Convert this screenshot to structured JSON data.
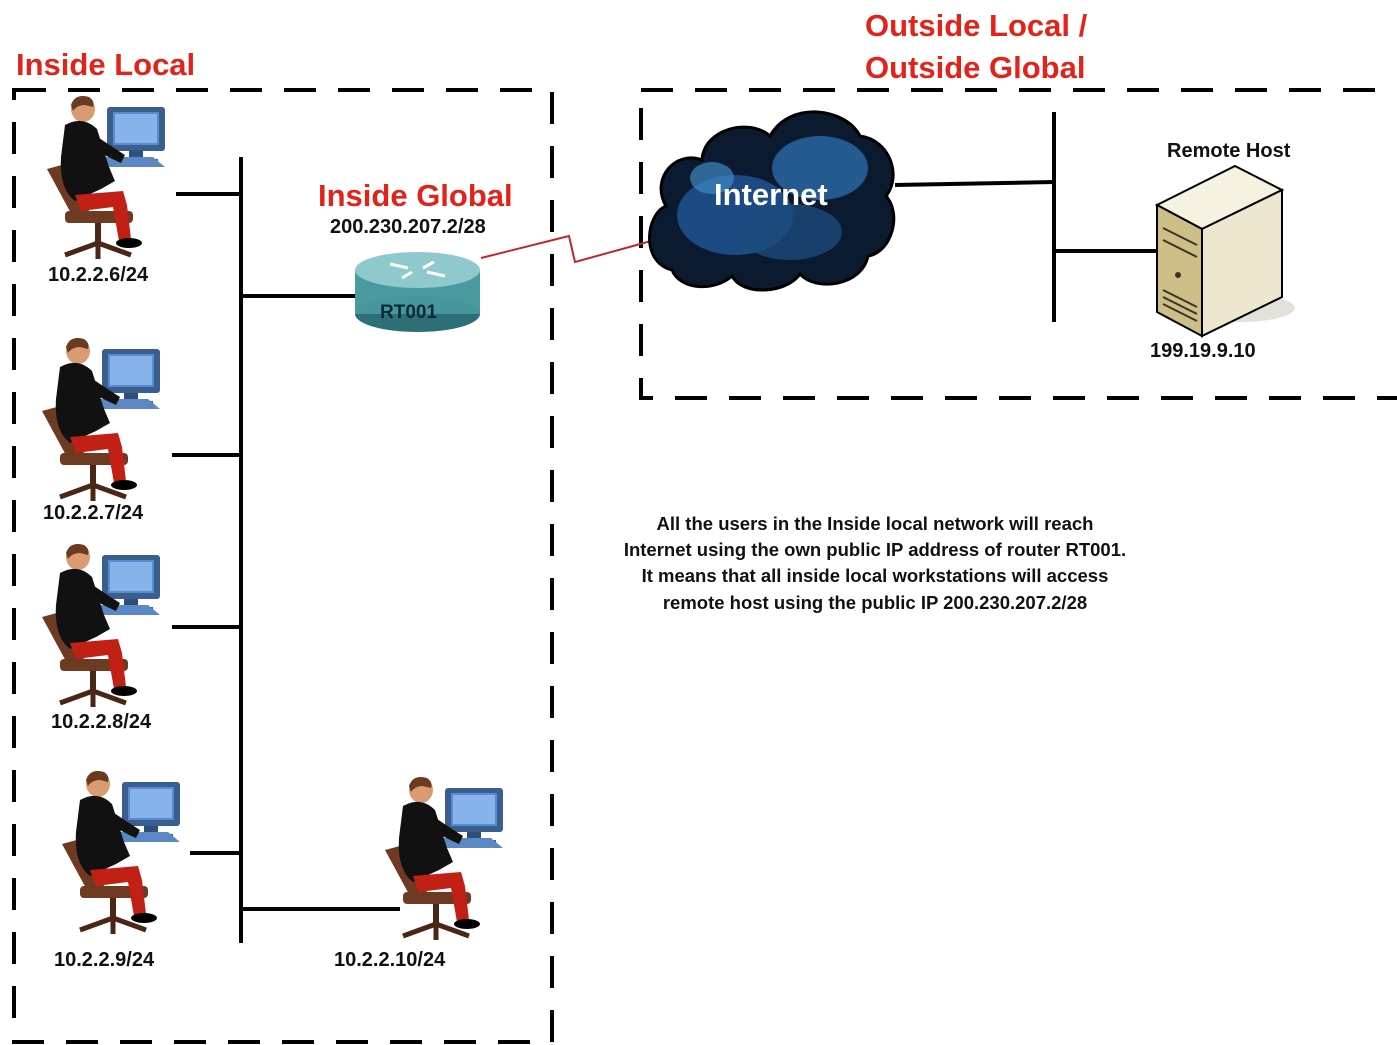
{
  "zones": {
    "inside_local": "Inside Local",
    "inside_global": "Inside Global",
    "outside_line1": "Outside Local /",
    "outside_line2": "Outside Global"
  },
  "router": {
    "name": "RT001",
    "public_ip": "200.230.207.2/28"
  },
  "cloud": {
    "label": "Internet"
  },
  "remote_host": {
    "title": "Remote Host",
    "ip": "199.19.9.10"
  },
  "workstations": [
    {
      "ip": "10.2.2.6/24"
    },
    {
      "ip": "10.2.2.7/24"
    },
    {
      "ip": "10.2.2.8/24"
    },
    {
      "ip": "10.2.2.9/24"
    },
    {
      "ip": "10.2.2.10/24"
    }
  ],
  "note": {
    "line1": "All the users in the Inside local network will reach",
    "line2": "Internet using the own public IP address of router RT001.",
    "line3": "It means that all inside local workstations will access",
    "line4": "remote host using the public IP 200.230.207.2/28"
  },
  "colors": {
    "zone_label": "#e2231a",
    "line": "#000000",
    "wan_link": "#c0282d"
  }
}
